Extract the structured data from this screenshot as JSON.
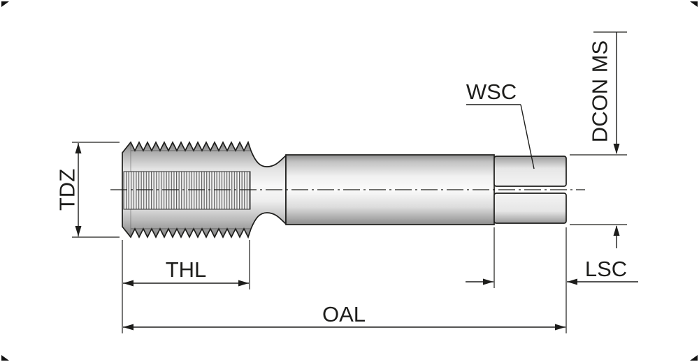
{
  "diagram": {
    "type": "technical-drawing",
    "subject": "machine-tap-side-view",
    "labels": {
      "tdz": "TDZ",
      "thl": "THL",
      "oal": "OAL",
      "wsc": "WSC",
      "dcon_ms": "DCON MS",
      "lsc": "LSC"
    },
    "colors": {
      "outline": "#1d1d1b",
      "dimension": "#1d1d1b",
      "body_light": "#f8f8f8",
      "body_mid": "#d9d9d9",
      "body_dark": "#848484",
      "background": "#ffffff"
    }
  }
}
